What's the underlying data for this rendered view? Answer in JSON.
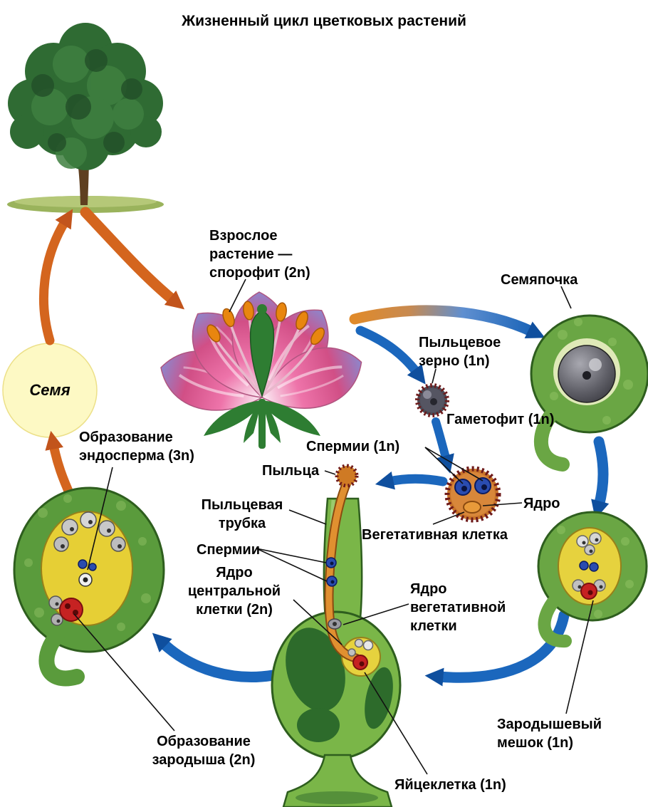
{
  "title": "Жизненный цикл цветковых растений",
  "labels": {
    "seed": "Семя",
    "adult_plant": "Взрослое\nрастение —\nспорофит (2n)",
    "ovule": "Семяпочка",
    "pollen_grain": "Пыльцевое\nзерно (1n)",
    "gametophyte": "Гаметофит (1n)",
    "sperm_pollen": "Спермии (1n)",
    "pollen": "Пыльца",
    "nucleus": "Ядро",
    "vegetative_cell": "Вегетативная клетка",
    "pollen_tube": "Пыльцевая\nтрубка",
    "sperm_tube": "Спермии",
    "central_cell_nucleus": "Ядро\nцентральной\nклетки (2n)",
    "vegetative_nucleus": "Ядро\nвегетативной\nклетки",
    "endosperm_formation": "Образование\nэндосперма (3n)",
    "embryo_formation": "Образование\nзародыша (2n)",
    "embryo_sac": "Зародышевый\nмешок (1n)",
    "egg_cell": "Яйцеклетка (1n)"
  },
  "colors": {
    "arrow_orange": "#d4651e",
    "arrow_blue": "#1b67bd",
    "seed_fill": "#fdf9c4",
    "leaf_green": "#3d7d3a",
    "ovule_green": "#5a9b3c",
    "sac_yellow": "#e6d23e",
    "egg_red": "#c62222",
    "sperm_blue": "#2a4cb0",
    "petal_pink": "#ee74aa"
  }
}
